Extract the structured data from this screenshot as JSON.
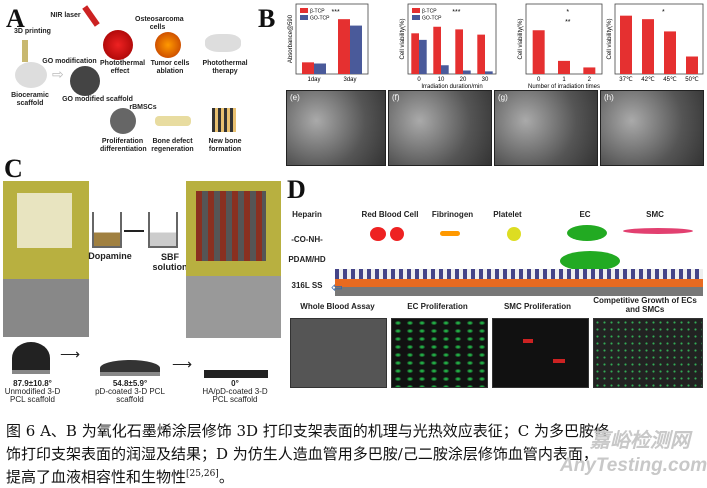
{
  "panel_a": {
    "label": "A",
    "steps": {
      "printing": "3D printing",
      "scaffold": "Bioceramic scaffold",
      "go_mod": "GO modification",
      "go_scaffold": "GO modified scaffold",
      "laser": "NIR laser",
      "osteo": "Osteosarcoma cells",
      "photothermal": "Photothermal effect",
      "ablation": "Tumor cells ablation",
      "therapy": "Photothermal therapy",
      "rbmsc": "rBMSCs",
      "prolif": "Proliferation differentiation",
      "bone_defect": "Bone defect regeneration",
      "new_bone": "New bone formation"
    }
  },
  "panel_b": {
    "label": "B",
    "sem_labels": [
      "(e)",
      "(f)",
      "(g)",
      "(h)"
    ]
  },
  "chart_data": [
    {
      "type": "bar",
      "categories": [
        "1day",
        "3day"
      ],
      "series": [
        {
          "name": "β-TCP",
          "values": [
            0.02,
            0.094
          ]
        },
        {
          "name": "GO-TCP",
          "values": [
            0.018,
            0.083
          ]
        }
      ],
      "ylabel": "Absorbance@590",
      "xlabel": "",
      "ylim": [
        0,
        0.12
      ],
      "annotations": [
        "***"
      ],
      "colors": [
        "#e53030",
        "#4a5a9a"
      ]
    },
    {
      "type": "bar",
      "categories": [
        "0",
        "10",
        "20",
        "30"
      ],
      "series": [
        {
          "name": "β-TCP",
          "values": [
            93,
            108,
            102,
            90
          ]
        },
        {
          "name": "GO-TCP",
          "values": [
            78,
            20,
            8,
            6
          ]
        }
      ],
      "ylabel": "Cell viability(%)",
      "xlabel": "Irradiation duration/min",
      "ylim": [
        0,
        160
      ],
      "annotations": [
        "***"
      ],
      "colors": [
        "#e53030",
        "#4a5a9a"
      ]
    },
    {
      "type": "bar",
      "categories": [
        "0",
        "1",
        "2"
      ],
      "series": [
        {
          "values": [
            100,
            30,
            15
          ]
        }
      ],
      "ylabel": "Cell viability(%)",
      "xlabel": "Number of irradiation times",
      "ylim": [
        0,
        160
      ],
      "annotations": [
        "*",
        "**"
      ],
      "colors": [
        "#e53030"
      ]
    },
    {
      "type": "bar",
      "categories": [
        "37℃",
        "42℃",
        "45℃",
        "50℃"
      ],
      "series": [
        {
          "values": [
            100,
            94,
            73,
            30
          ]
        }
      ],
      "ylabel": "Cell viability(%)",
      "xlabel": "",
      "ylim": [
        0,
        120
      ],
      "annotations": [
        "*"
      ],
      "colors": [
        "#e53030"
      ]
    }
  ],
  "panel_c": {
    "label": "C",
    "dopamine": "Dopamine",
    "sbf": "SBF solution",
    "angles": [
      {
        "value": "87.9±10.8°",
        "name": "Unmodified 3-D PCL scaffold"
      },
      {
        "value": "54.8±5.9°",
        "name": "pD-coated 3-D PCL scaffold"
      },
      {
        "value": "0°",
        "name": "HA/pD-coated 3-D PCL scaffold"
      }
    ]
  },
  "panel_d": {
    "label": "D",
    "legend": [
      "Heparin",
      "-CO-NH-",
      "PDAM/HD",
      "316L SS"
    ],
    "species": [
      "Red Blood Cell",
      "Fibrinogen",
      "Platelet",
      "EC",
      "SMC"
    ],
    "images": [
      "Whole Blood Assay",
      "EC Proliferation",
      "SMC Proliferation",
      "Competitive Growth of ECs and SMCs"
    ]
  },
  "caption": {
    "line1": "图 6 A、B 为氧化石墨烯涂层修饰 3D 打印支架表面的机理与光热效应表征；C 为多巴胺修",
    "line2": "饰打印支架表面的润湿及结果；D 为仿生人造血管用多巴胺/己二胺涂层修饰血管内表面，",
    "line3": "提高了血液相容性和生物性",
    "ref": "[25,26]",
    "end": "。"
  },
  "watermark": {
    "cn": "嘉峪检测网",
    "en": "AnyTesting.com"
  }
}
